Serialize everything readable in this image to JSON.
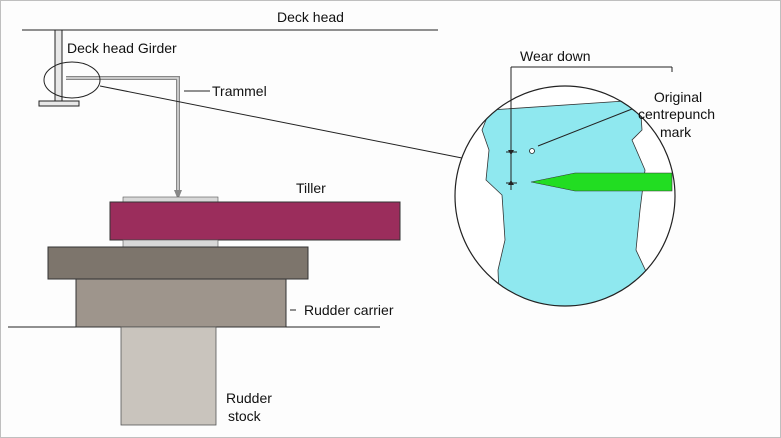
{
  "labels": {
    "deck_head": "Deck head",
    "deck_head_girder": "Deck head Girder",
    "trammel": "Trammel",
    "wear_down": "Wear down",
    "original_mark_line1": "Original",
    "original_mark_line2": "centrepunch",
    "original_mark_line3": "mark",
    "tiller": "Tiller",
    "rudder_carrier": "Rudder carrier",
    "rudder_stock_line1": "Rudder",
    "rudder_stock_line2": "stock"
  },
  "colors": {
    "tiller": "#9b2d5c",
    "carrier_top": "#7d756c",
    "carrier_body": "#9e958c",
    "stock": "#c9c4bd",
    "detail_fill": "#8fe8ef",
    "pointer": "#22dd22",
    "lines": "#222222"
  }
}
